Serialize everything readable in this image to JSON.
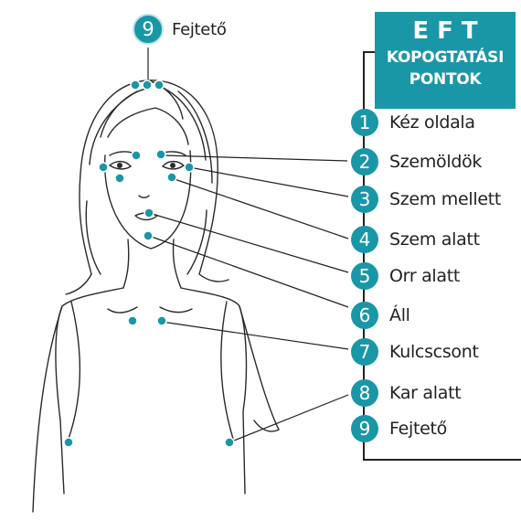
{
  "header": {
    "title": "EFT",
    "subtitle_line1": "KOPOGTATÁSI",
    "subtitle_line2": "PONTOK"
  },
  "top_point": {
    "number": "9",
    "label": "Fejtető"
  },
  "points": [
    {
      "number": "1",
      "label": "Kéz oldala"
    },
    {
      "number": "2",
      "label": "Szemöldök"
    },
    {
      "number": "3",
      "label": "Szem mellett"
    },
    {
      "number": "4",
      "label": "Szem alatt"
    },
    {
      "number": "5",
      "label": "Orr alatt"
    },
    {
      "number": "6",
      "label": "Áll"
    },
    {
      "number": "7",
      "label": "Kulcscsont"
    },
    {
      "number": "8",
      "label": "Kar alatt"
    },
    {
      "number": "9",
      "label": "Fejtető"
    }
  ],
  "colors": {
    "accent": "#1a97a6",
    "line": "#222222"
  }
}
